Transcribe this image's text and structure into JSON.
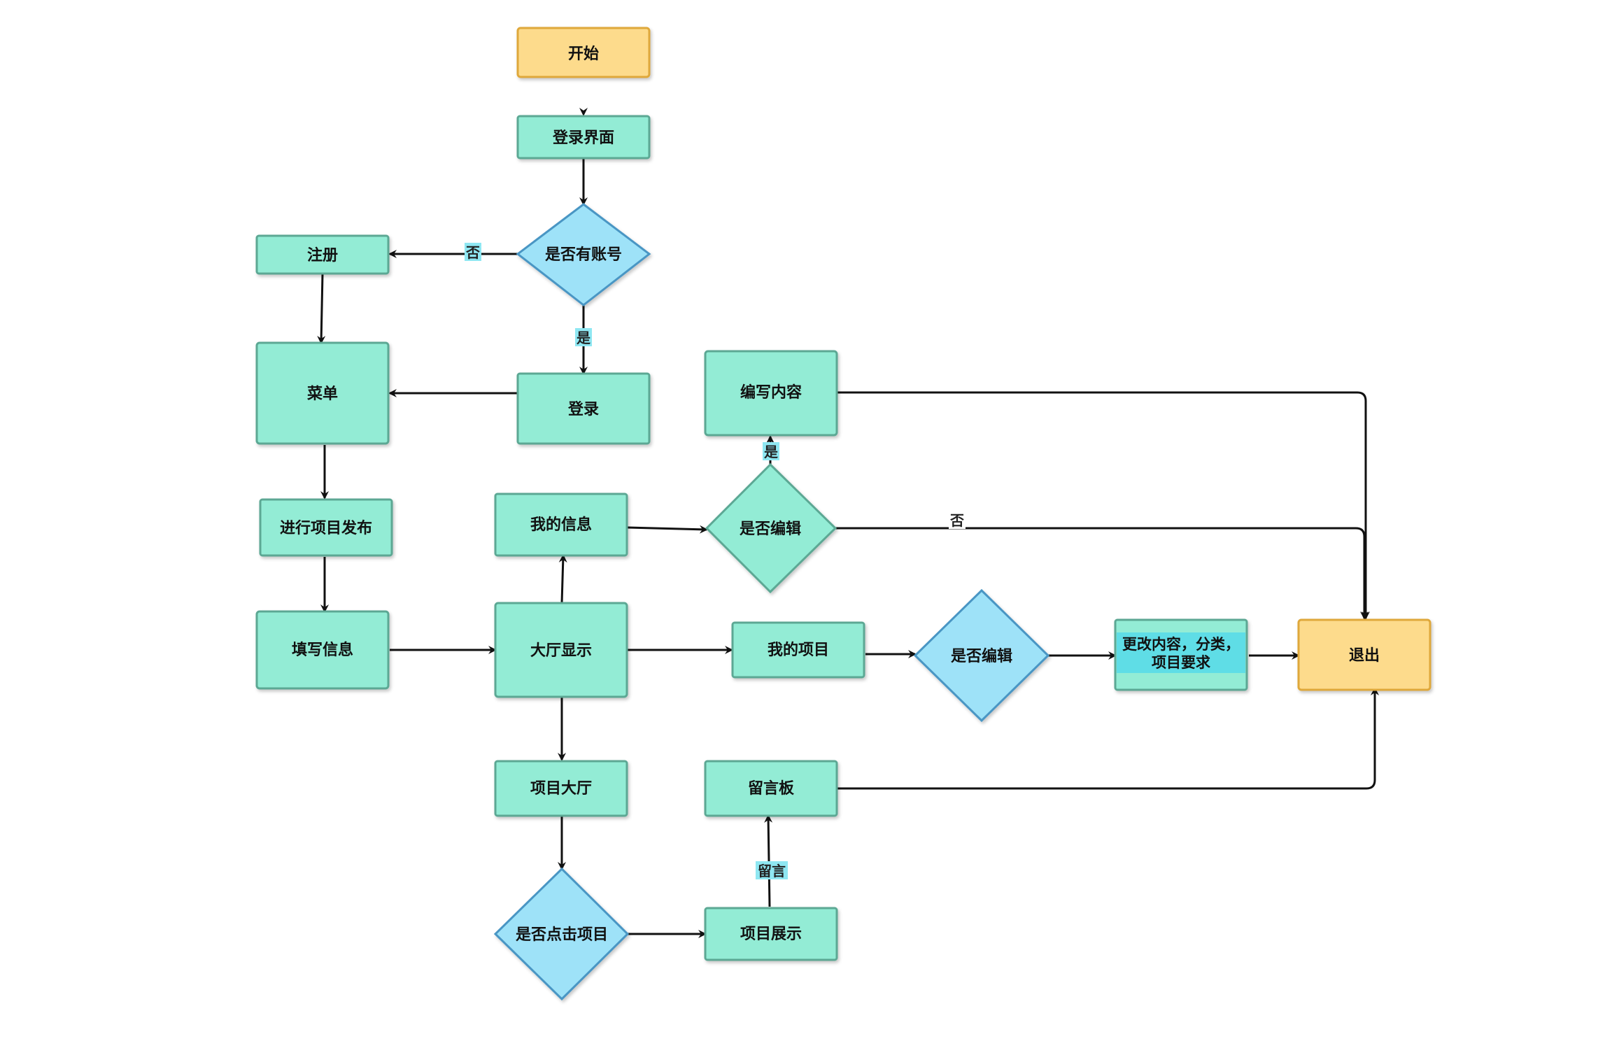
{
  "colors": {
    "process_fill": "#93ecd5",
    "process_stroke": "#5ba894",
    "decision_fill": "#9ee2f8",
    "decision_stroke": "#4a96c4",
    "terminal_fill": "#fddb8c",
    "terminal_stroke": "#dfa83a",
    "text_highlight": "#8fe7f2",
    "edge": "#111111"
  },
  "nodes": {
    "start": "开始",
    "login_page": "登录界面",
    "has_account": "是否有账号",
    "register": "注册",
    "login": "登录",
    "menu": "菜单",
    "publish_project": "进行项目发布",
    "fill_info": "填写信息",
    "my_info": "我的信息",
    "edit_decision_1": "是否编辑",
    "write_content": "编写内容",
    "hall_display": "大厅显示",
    "my_projects": "我的项目",
    "edit_decision_2": "是否编辑",
    "change_content_line1": "更改内容，分类，",
    "change_content_line2": "项目要求",
    "exit": "退出",
    "project_hall": "项目大厅",
    "click_project": "是否点击项目",
    "project_display": "项目展示",
    "message_board": "留言板"
  },
  "edge_labels": {
    "no_register": "否",
    "yes_login": "是",
    "yes_write": "是",
    "no_exit": "否",
    "leave_message": "留言"
  }
}
